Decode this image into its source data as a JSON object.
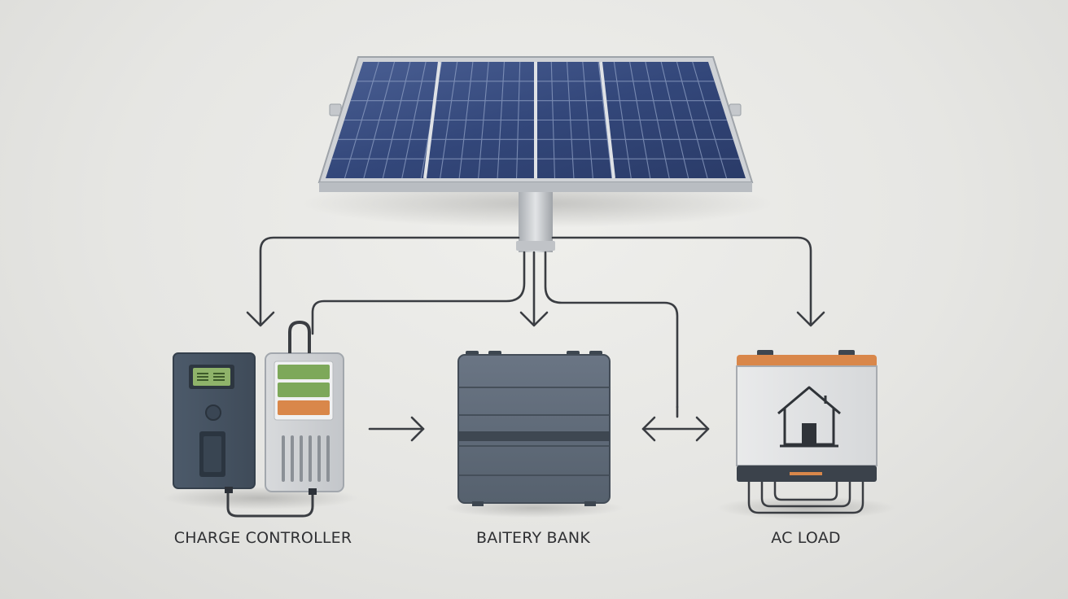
{
  "labels": {
    "charge_controller": "CHARGE CONTROLLER",
    "battery_bank": "BAITERY BANK",
    "ac_load": "AC LOAD"
  },
  "components": [
    {
      "name": "solar-panel",
      "icon": "solar-panel-icon"
    },
    {
      "name": "charge-controller",
      "icon": "charge-controller-icon"
    },
    {
      "name": "battery-bank",
      "icon": "battery-icon"
    },
    {
      "name": "ac-load",
      "icon": "house-icon"
    }
  ],
  "colors": {
    "background": "#e8e8e5",
    "panel_cell": "#34497a",
    "panel_frame": "#c9ccd0",
    "device_dark": "#4d5b6b",
    "battery_gray": "#5f6b78",
    "indicator_green": "#7da85a",
    "indicator_orange": "#d9874a",
    "ac_load_top": "#d9874a",
    "wire": "#3a3d42"
  }
}
